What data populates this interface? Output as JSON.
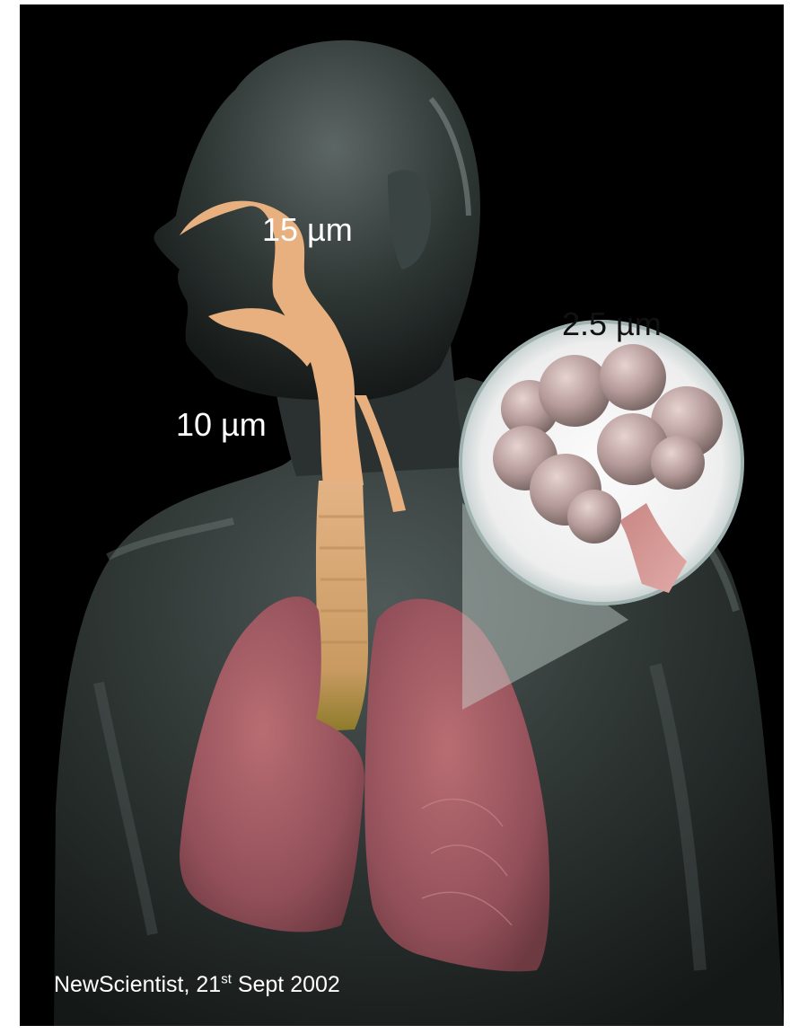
{
  "labels": {
    "nose_particle_size": "15 µm",
    "throat_particle_size": "10 µm",
    "alveoli_particle_size": "2.5 µm"
  },
  "credit": {
    "source": "NewScientist, 21",
    "ordinal_suffix": "st",
    "date": " Sept 2002"
  },
  "colors": {
    "background": "#000000",
    "airway": "#e8b07e",
    "lung": "#a2595f",
    "alveoli": "#c9a8a6",
    "bronchiole": "#d89a98",
    "magnifier_fill": "#f4f4f4",
    "label_text": "#ffffff"
  },
  "icons": {
    "body": "human-torso-figure",
    "airway": "upper-airway-trachea",
    "lungs": "lungs",
    "magnifier": "alveoli-magnifier-circle"
  }
}
